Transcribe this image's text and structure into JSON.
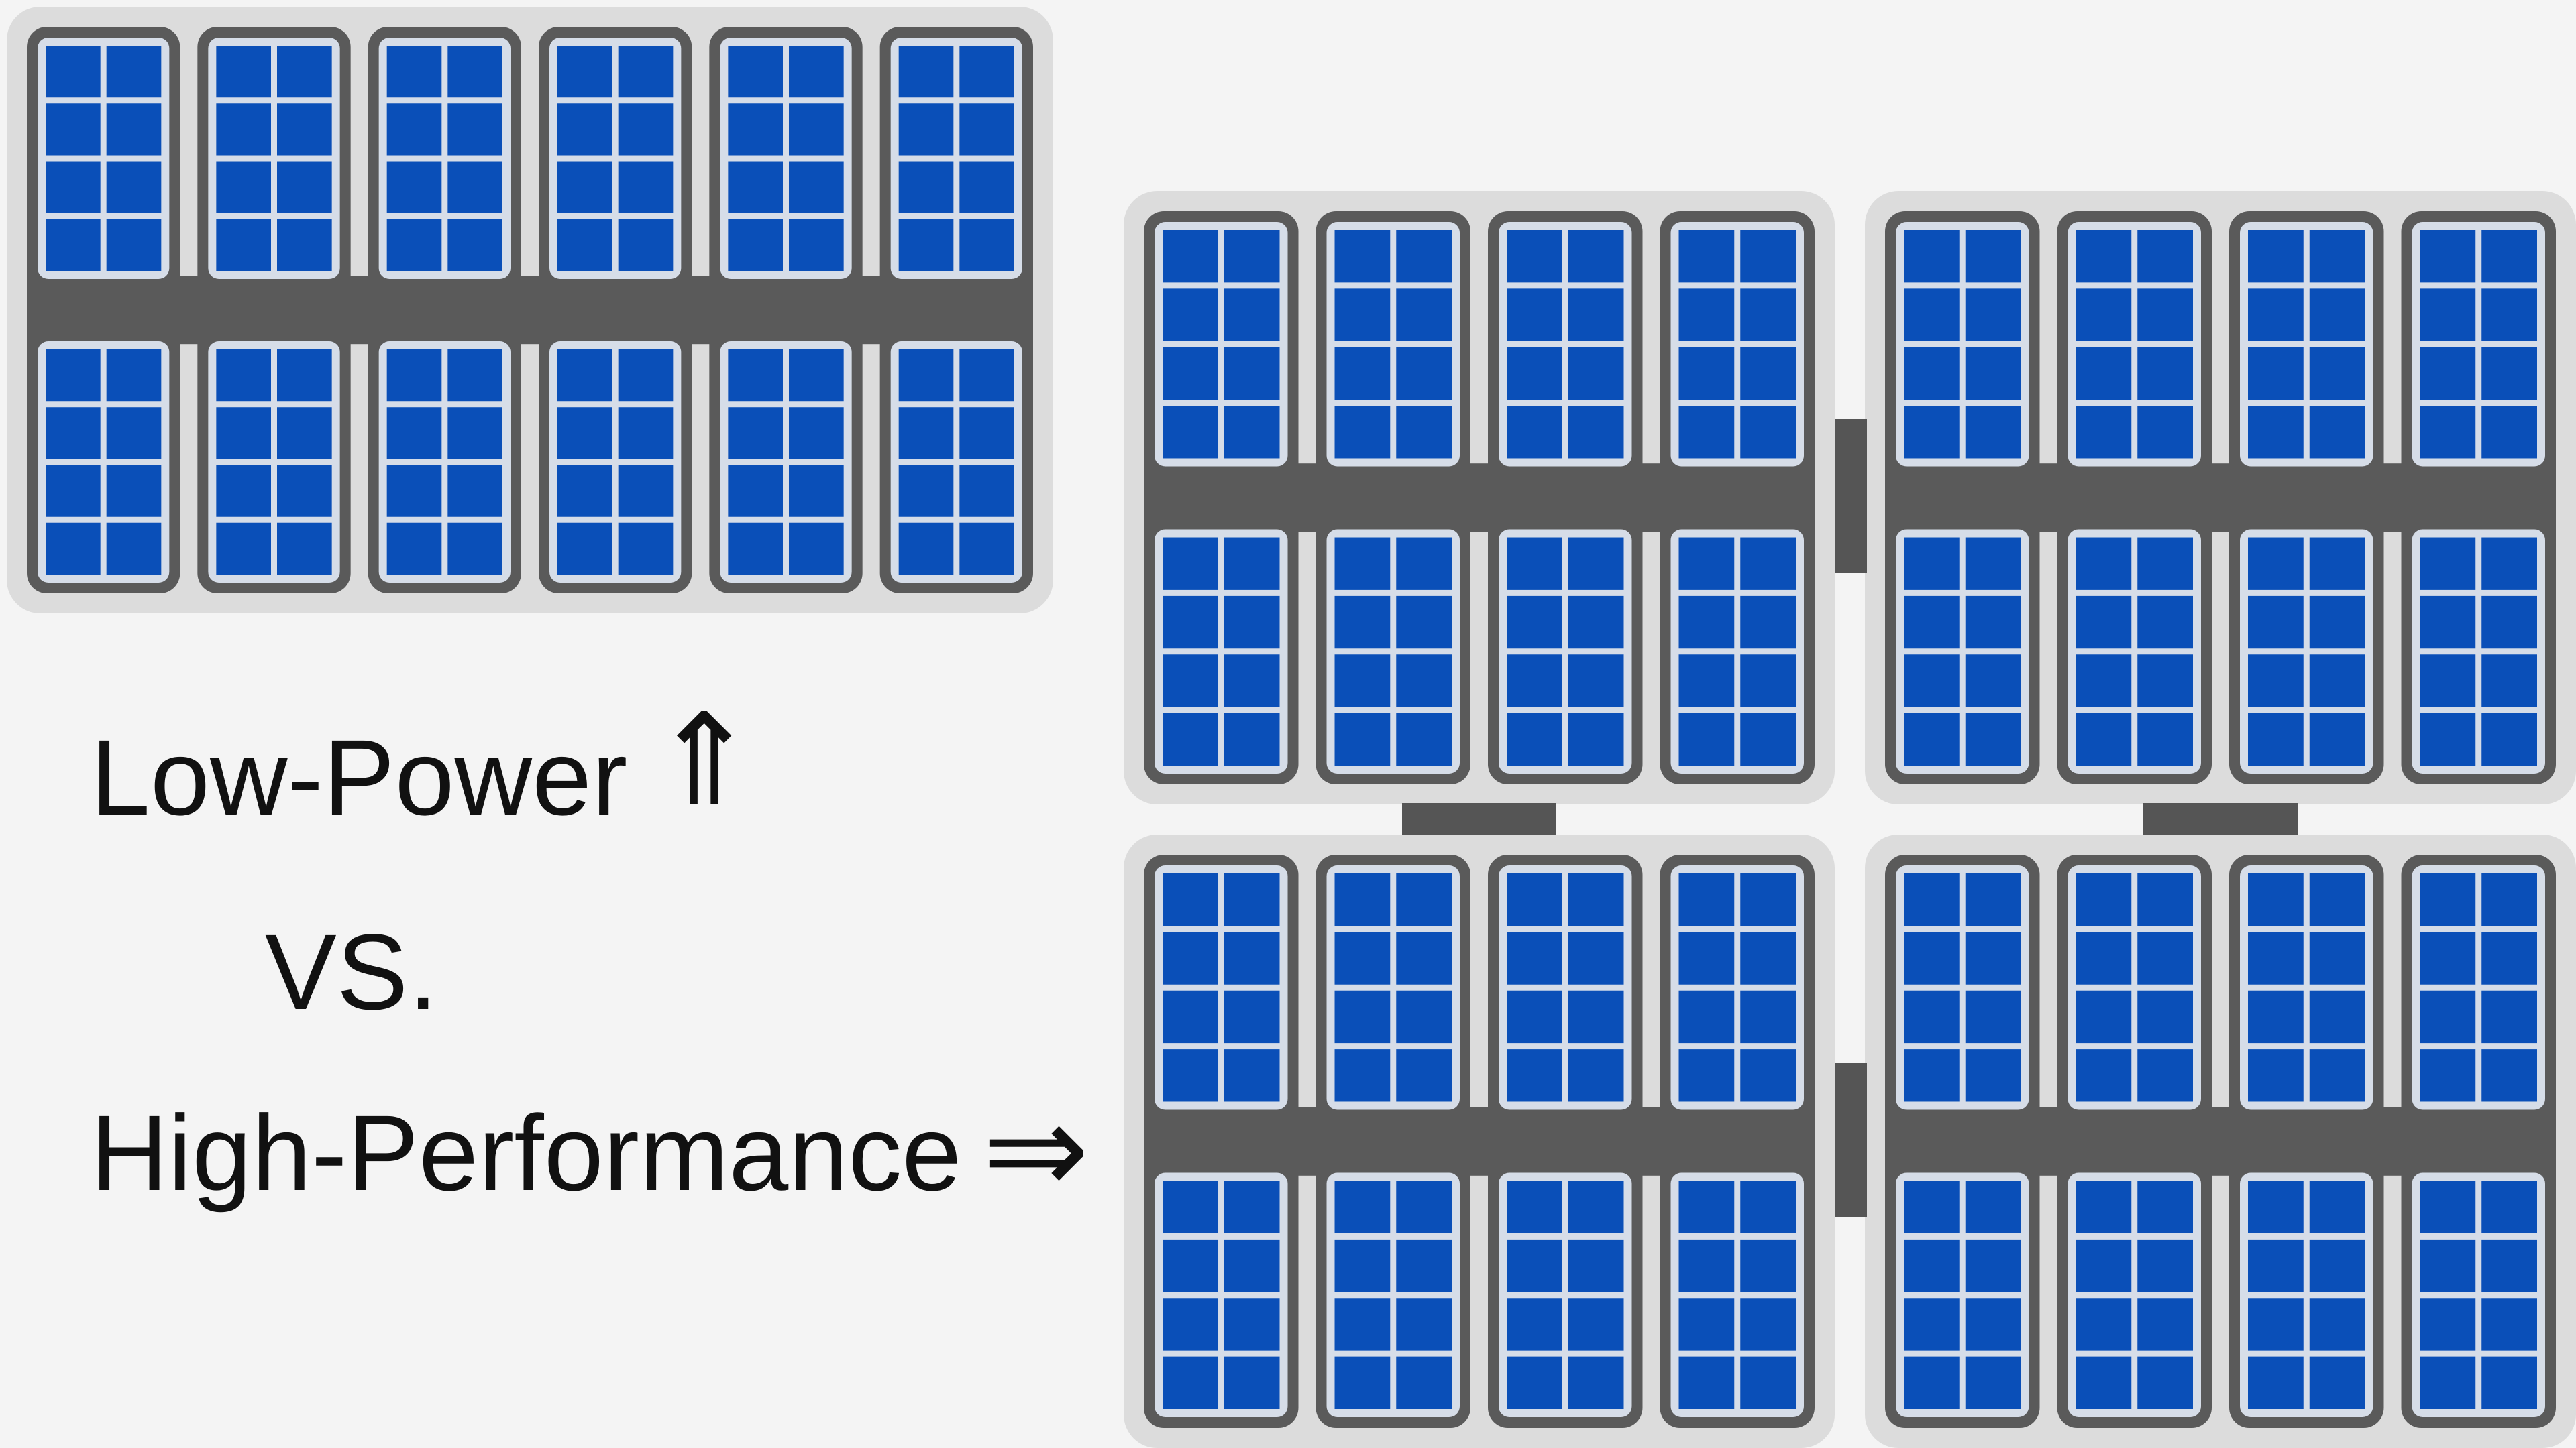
{
  "labels": {
    "low_power": "Low-Power",
    "vs": "VS.",
    "high_performance": "High-Performance"
  },
  "icons": {
    "up_arrow": "double-up-arrow-icon",
    "right_arrow": "double-right-arrow-icon",
    "up_glyph": "⇑",
    "right_glyph": "⇒"
  },
  "colors": {
    "background": "#f4f4f4",
    "board_light": "#dcdcdc",
    "board_dark": "#5a5a5a",
    "module_frame": "#d8d8d8",
    "cell_blue": "#0a4fb8",
    "cell_grid": "#d6dde8",
    "bridge": "#555555"
  },
  "systems": {
    "low_power": {
      "modules": 6,
      "stacks_per_module": 2
    },
    "high_performance": {
      "boards": 4,
      "modules_per_board": 4,
      "stacks_per_module": 2
    }
  }
}
